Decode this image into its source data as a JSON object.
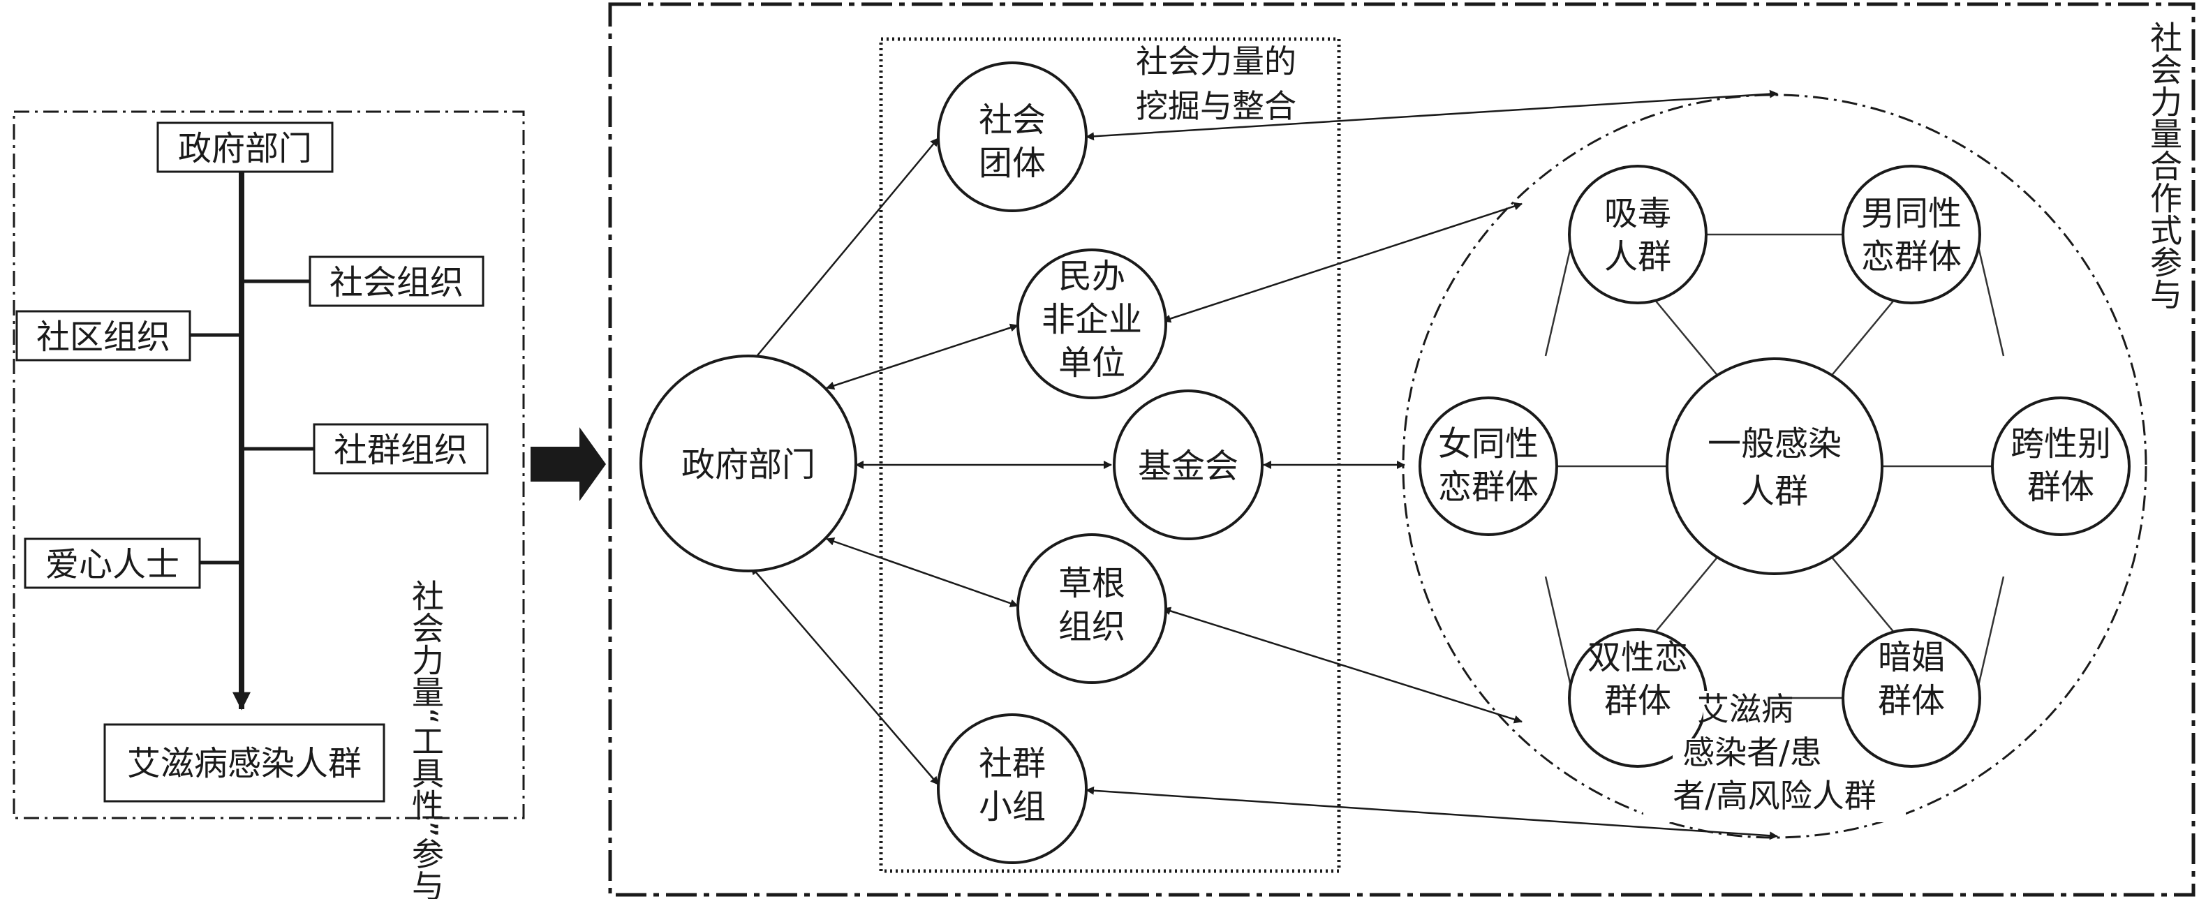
{
  "left_panel": {
    "top_box": "政府部门",
    "social_org": "社会组织",
    "community_org": "社区组织",
    "group_org": "社群组织",
    "volunteers": "爱心人士",
    "bottom_box": "艾滋病感染人群",
    "side_label": "社会力量“工具性”参与"
  },
  "right_panel": {
    "government": "政府部门",
    "social_groups": [
      "社会",
      "团体"
    ],
    "private_nonenterprise": [
      "民办",
      "非企业",
      "单位"
    ],
    "foundation": "基金会",
    "grassroots": [
      "草根",
      "组织"
    ],
    "community_groups": [
      "社群",
      "小组"
    ],
    "mining_label": [
      "社会力量的",
      "挖掘与整合"
    ],
    "side_label": "社会力量合作式参与",
    "population_label": [
      "艾滋病",
      "感染者/患",
      "者/高风险人群"
    ],
    "populations": {
      "drug_users": [
        "吸毒",
        "人群"
      ],
      "msm": [
        "男同性",
        "恋群体"
      ],
      "lesbian": [
        "女同性",
        "恋群体"
      ],
      "general": [
        "一般感染",
        "人群"
      ],
      "transgender": [
        "跨性别",
        "群体"
      ],
      "bisexual": [
        "双性恋",
        "群体"
      ],
      "sex_workers": [
        "暗娼",
        "群体"
      ]
    }
  }
}
